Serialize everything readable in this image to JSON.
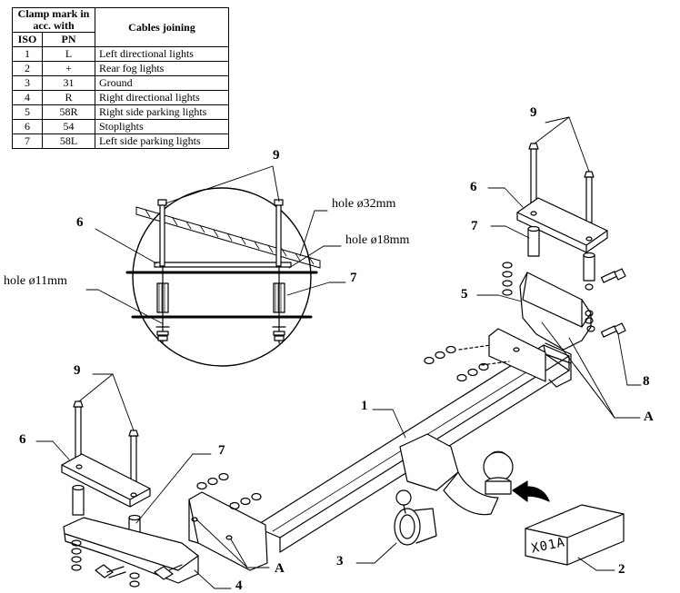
{
  "legend": {
    "header_clamp": "Clamp mark in acc. with",
    "header_cables": "Cables joining",
    "col_iso": "ISO",
    "col_pn": "PN",
    "rows": [
      {
        "iso": "1",
        "pn": "L",
        "desc": "Left directional lights"
      },
      {
        "iso": "2",
        "pn": "+",
        "desc": "Rear fog lights"
      },
      {
        "iso": "3",
        "pn": "31",
        "desc": "Ground"
      },
      {
        "iso": "4",
        "pn": "R",
        "desc": "Right directional lights"
      },
      {
        "iso": "5",
        "pn": "58R",
        "desc": "Right side parking lights"
      },
      {
        "iso": "6",
        "pn": "54",
        "desc": "Stoplights"
      },
      {
        "iso": "7",
        "pn": "58L",
        "desc": "Left side parking lights"
      }
    ]
  },
  "labels": {
    "l1": "1",
    "l2": "2",
    "l3": "3",
    "l4": "4",
    "l5": "5",
    "l6a": "6",
    "l6b": "6",
    "l6c": "6",
    "l7a": "7",
    "l7b": "7",
    "l7c": "7",
    "l8": "8",
    "l9a": "9",
    "l9b": "9",
    "l9c": "9",
    "lA1": "A",
    "lA2": "A"
  },
  "notes": {
    "hole32": "hole ø32mm",
    "hole18": "hole ø18mm",
    "hole11": "hole ø11mm"
  },
  "box_code": "X01A"
}
